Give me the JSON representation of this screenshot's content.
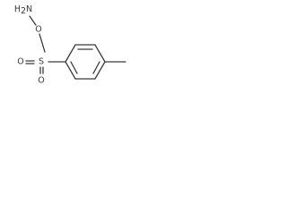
{
  "molecule": {
    "atoms": {
      "amine_n": "H2N",
      "amine_n_main": "H",
      "amine_n_sub": "2",
      "amine_n_tail": "N",
      "ether_o": "O",
      "sulfur": "S",
      "oxo_o_top": "O",
      "oxo_o_bottom": "O"
    }
  }
}
